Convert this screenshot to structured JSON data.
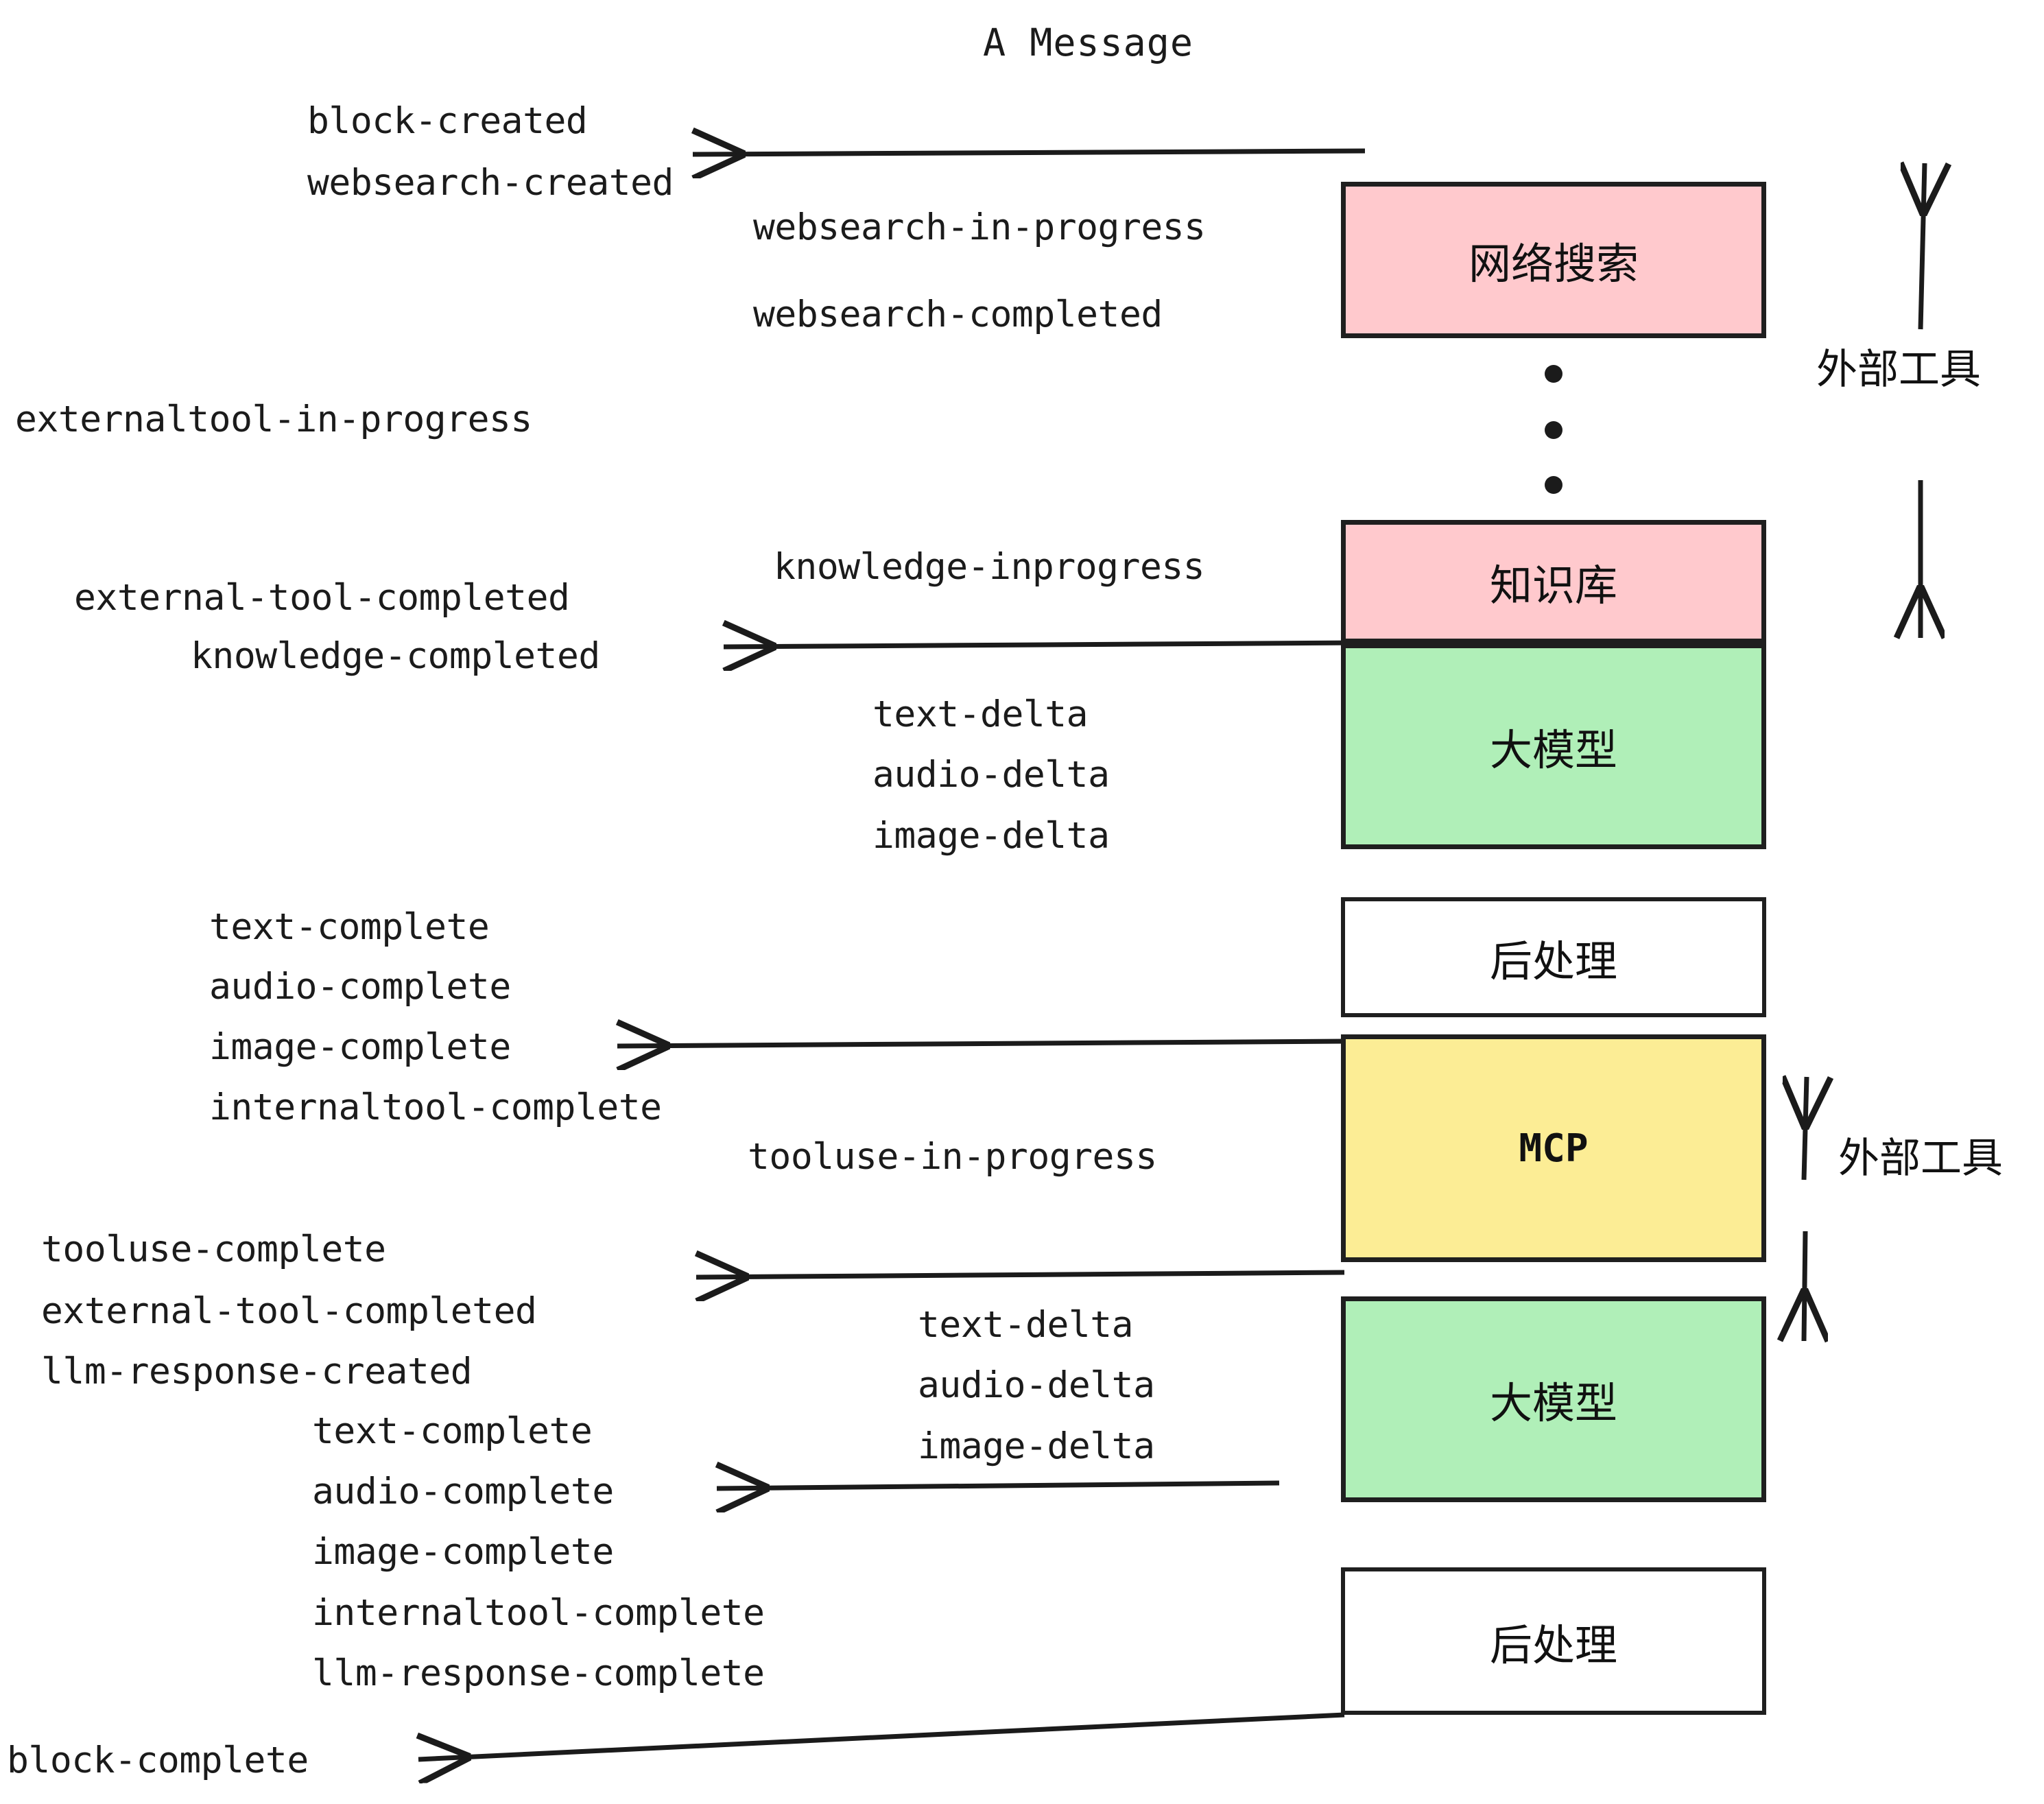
{
  "title": "A Message",
  "colors": {
    "pink": "#FFC9CD",
    "green": "#B0EFB8",
    "yellow": "#FCED95",
    "white": "#FFFFFF",
    "stroke": "#1F1F1F",
    "text": "#1B1B1B"
  },
  "boxes": [
    {
      "id": "websearch",
      "label": "网络搜索",
      "fill": "#FFC9CD"
    },
    {
      "id": "knowledge",
      "label": "知识库",
      "fill": "#FFC9CD"
    },
    {
      "id": "llm-1",
      "label": "大模型",
      "fill": "#B0EFB8"
    },
    {
      "id": "postprocess-1",
      "label": "后处理",
      "fill": "#FFFFFF"
    },
    {
      "id": "mcp",
      "label": "MCP",
      "fill": "#FCED95"
    },
    {
      "id": "llm-2",
      "label": "大模型",
      "fill": "#B0EFB8"
    },
    {
      "id": "postprocess-2",
      "label": "后处理",
      "fill": "#FFFFFF"
    }
  ],
  "side_labels": [
    {
      "id": "external-tools-top",
      "label": "外部工具"
    },
    {
      "id": "external-tools-bottom",
      "label": "外部工具"
    }
  ],
  "events": {
    "block_created": "block-created",
    "websearch_created": "websearch-created",
    "websearch_in_progress": "websearch-in-progress",
    "websearch_completed": "websearch-completed",
    "externaltool_in_progress": "externaltool-in-progress",
    "knowledge_inprogress": "knowledge-inprogress",
    "external_tool_completed_1": "external-tool-completed",
    "knowledge_completed": "knowledge-completed",
    "text_delta_1": "text-delta",
    "audio_delta_1": "audio-delta",
    "image_delta_1": "image-delta",
    "text_complete_1": "text-complete",
    "audio_complete_1": "audio-complete",
    "image_complete_1": "image-complete",
    "internaltool_complete_1": "internaltool-complete",
    "tooluse_in_progress": "tooluse-in-progress",
    "tooluse_complete": "tooluse-complete",
    "external_tool_completed_2": "external-tool-completed",
    "llm_response_created": "llm-response-created",
    "text_delta_2": "text-delta",
    "audio_delta_2": "audio-delta",
    "image_delta_2": "image-delta",
    "text_complete_2": "text-complete",
    "audio_complete_2": "audio-complete",
    "image_complete_2": "image-complete",
    "internaltool_complete_2": "internaltool-complete",
    "llm_response_complete": "llm-response-complete",
    "block_complete": "block-complete"
  }
}
